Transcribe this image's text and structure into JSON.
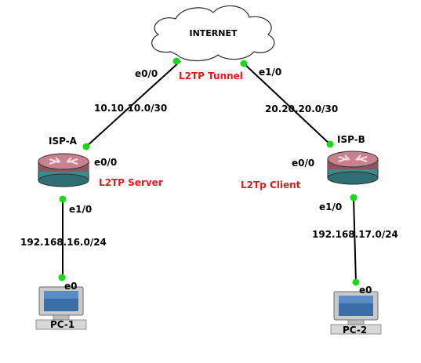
{
  "colors": {
    "link_dot": "#19d919",
    "annotation_red": "#e51b1b",
    "router_top": "#c8818f",
    "router_body": "#8f5461",
    "router_side": "#3f8a8e"
  },
  "cloud": {
    "label": "INTERNET",
    "icon": "cloud-icon"
  },
  "routers": [
    {
      "id": "isp-a",
      "label": "ISP-A",
      "icon": "router-icon",
      "role": "L2TP Server"
    },
    {
      "id": "isp-b",
      "label": "ISP-B",
      "icon": "router-icon",
      "role": "L2Tp Client"
    }
  ],
  "pcs": [
    {
      "id": "pc-1",
      "label": "PC-1",
      "icon": "pc-icon"
    },
    {
      "id": "pc-2",
      "label": "PC-2",
      "icon": "pc-icon"
    }
  ],
  "interfaces": {
    "internet_to_a": "e0/0",
    "internet_to_b": "e1/0",
    "a_wan": "e0/0",
    "a_lan": "e1/0",
    "b_wan": "e0/0",
    "b_lan": "e1/0",
    "pc1_nic": "e0",
    "pc2_nic": "e0"
  },
  "networks": {
    "a_wan": "10.10.10.0/30",
    "b_wan": "20.20.20.0/30",
    "a_lan": "192.168.16.0/24",
    "b_lan": "192.168.17.0/24"
  },
  "tunnel_label": "L2TP Tunnel"
}
